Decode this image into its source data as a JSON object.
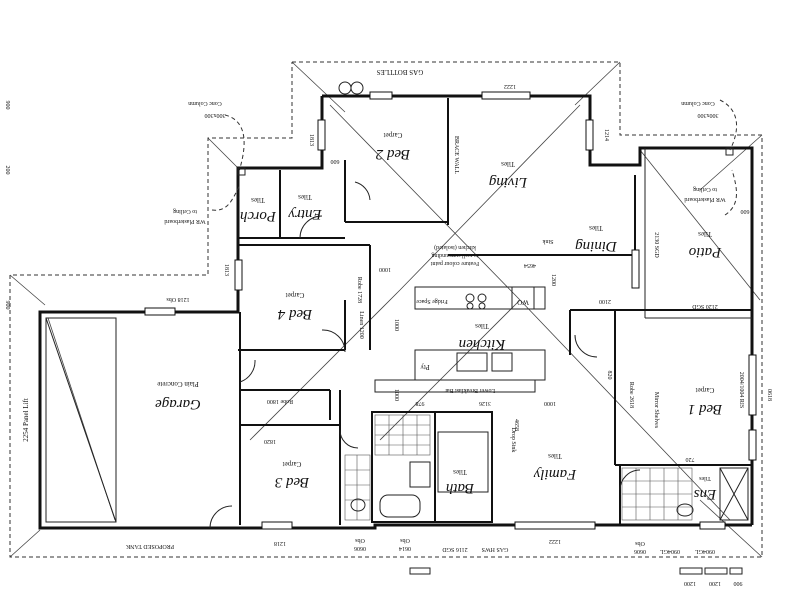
{
  "rooms": {
    "bed2": {
      "name": "Bed 2",
      "finish": "Carpet"
    },
    "living": {
      "name": "Living",
      "finish": "Tiles"
    },
    "entry": {
      "name": "Entry",
      "finish": "Tiles"
    },
    "porch": {
      "name": "Porch",
      "finish": "Tiles"
    },
    "bed4": {
      "name": "Bed 4",
      "finish": "Carpet"
    },
    "dining": {
      "name": "Dining",
      "finish": "Tiles"
    },
    "patio": {
      "name": "Patio",
      "finish": "Tiles"
    },
    "kitchen": {
      "name": "Kitchen",
      "finish": "Tiles"
    },
    "garage": {
      "name": "Garage",
      "finish": "Plain Concrete"
    },
    "bed1": {
      "name": "Bed 1",
      "finish": "Carpet"
    },
    "bed3": {
      "name": "Bed 3",
      "finish": "Carpet"
    },
    "family": {
      "name": "Family",
      "finish": "Tiles"
    },
    "bath": {
      "name": "Bath",
      "finish": "Tiles"
    },
    "ens": {
      "name": "Ens",
      "finish": "Tiles"
    }
  },
  "notes": {
    "gas_bottles": "GAS BOTTLES",
    "brace_wall": "BRACE WALL",
    "conc_column_left": "Conc Column",
    "conc_column_left_size": "300x300",
    "conc_column_right": "Conc Column",
    "conc_column_right_size": "300x300",
    "wr_plasterboard_left": "WR Plasterboard",
    "to_ceiling_left": "to Ceiling",
    "wr_plasterboard_right": "WR Plasterboard",
    "to_ceiling_right": "to Ceiling",
    "kitchen_note1": "Feature colour paint",
    "kitchen_note2": "to wall surrounding",
    "kitchen_note3": "kitchen (isolated)",
    "proposed_tank": "PROPOSED TANK",
    "gas_hws": "GAS HWS",
    "panel_lift": "2254 Panel Lift",
    "robe_shelves_left": "Robe 1728",
    "wir_shelves": "Mirror Shelves",
    "linen": "Linen 1200",
    "robe_bed3": "Robe 1800",
    "robe_bed1": "Robe 2618",
    "lower_bar": "Lower Breakfast Bar",
    "fridge": "Fridge Space",
    "wo": "WO",
    "pty": "Pty",
    "sink": "Sink",
    "drop_sink": "Drop Sink"
  },
  "dimensions": {
    "d1222_top": "1222",
    "d1813_left": "1813",
    "d600_entry": "600",
    "d1214": "1214",
    "d600_patio": "600",
    "d1813_bed4": "1813",
    "d1218_obs": "1218 Obs",
    "d2120_sgd": "2120 SGD",
    "d2130_sgd": "2130 SGD",
    "d4654": "4654",
    "d2100": "2100",
    "d1200": "1200",
    "d1000_a": "1000",
    "d1000_b": "1000",
    "d1000_c": "1000",
    "d1000_d": "1000",
    "d978": "978",
    "d3126": "3126",
    "d4658": "4658",
    "d1820": "1820",
    "d1218_bot": "1218",
    "d0606_a": "0606",
    "d0614": "0614",
    "d2116_sgd": "2116 SGD",
    "d1222_bot": "1222",
    "d0606_b": "0606",
    "d0904": "0904GL",
    "d0904b": "0904GL",
    "d0618": "0618",
    "d2004": "2004/1004 RIS",
    "d820": "820",
    "d720": "720",
    "obs_a": "Obs",
    "obs_b": "Obs",
    "obs_c": "Obs",
    "scale_left": "900",
    "scale_mid": "200",
    "scale_low": "900",
    "scale_bot_a": "1200",
    "scale_bot_b": "1200",
    "scale_bot_c": "900"
  }
}
